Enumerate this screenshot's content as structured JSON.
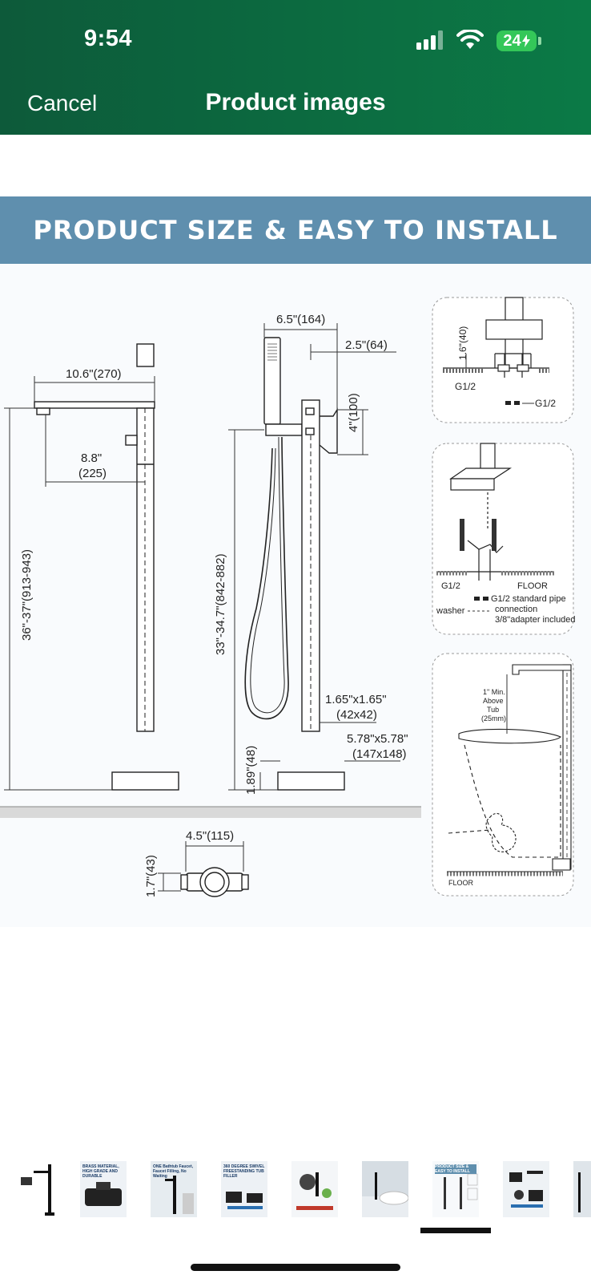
{
  "status": {
    "time": "9:54",
    "battery": "24"
  },
  "nav": {
    "cancel": "Cancel",
    "title": "Product images"
  },
  "banner": {
    "text": "PRODUCT SIZE & EASY TO INSTALL"
  },
  "diagram": {
    "d_10_6": "10.6\"(270)",
    "d_8_8_a": "8.8\"",
    "d_8_8_b": "(225)",
    "d_36_37": "36\"-37\"(913-943)",
    "d_6_5": "6.5\"(164)",
    "d_2_5": "2.5\"(64)",
    "d_4": "4\"(100)",
    "d_33": "33\"-34.7\"(842-882)",
    "d_165_a": "1.65\"x1.65\"",
    "d_165_b": "(42x42)",
    "d_578_a": "5.78\"x5.78\"",
    "d_578_b": "(147x148)",
    "d_189": "1.89\"(48)",
    "d_4_5": "4.5\"(115)",
    "d_1_7": "1.7\"(43)",
    "p1_16": "1.6\"(40)",
    "p1_g12_a": "G1/2",
    "p1_g12_b": "G1/2",
    "p2_floor": "FLOOR",
    "p2_g12": "G1/2",
    "p2_std": "G1/2 standard pipe",
    "p2_conn": "connection",
    "p2_adapter": "3/8\"adapter included",
    "p2_washer": "washer",
    "p3_min": "1\" Min.",
    "p3_above": "Above",
    "p3_tub": "Tub",
    "p3_mm": "(25mm)",
    "p3_floor": "FLOOR"
  },
  "thumbnails": [
    {
      "caption": ""
    },
    {
      "caption": "BRASS MATERIAL, HIGH GRADE AND DURABLE"
    },
    {
      "caption": "ONE Bathtub Faucet, Faucet Filling, No Waiting"
    },
    {
      "caption": "360 DEGREE SWIVEL FREESTANDING TUB FILLER"
    },
    {
      "caption": ""
    },
    {
      "caption": ""
    },
    {
      "caption": "PRODUCT SIZE & EASY TO INSTALL"
    },
    {
      "caption": ""
    },
    {
      "caption": ""
    }
  ]
}
